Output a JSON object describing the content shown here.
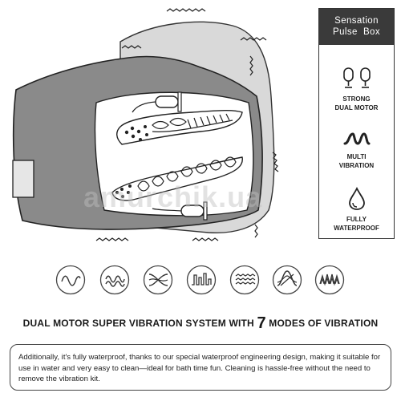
{
  "features": {
    "title_line1": "Sensation",
    "title_line2": "Pulse  Box",
    "items": [
      {
        "icon": "dual-motor-icon",
        "line1": "STRONG",
        "line2": "DUAL MOTOR"
      },
      {
        "icon": "vibration-icon",
        "line1": "MULTI",
        "line2": "VIBRATION"
      },
      {
        "icon": "water-drop-icon",
        "line1": "FULLY",
        "line2": "WATERPROOF"
      }
    ]
  },
  "watermark": "amurchik.ua",
  "modes": {
    "count": 7,
    "icons": [
      "mode-wave-1-icon",
      "mode-wave-2-icon",
      "mode-wave-3-icon",
      "mode-pulse-icon",
      "mode-ripple-icon",
      "mode-burst-icon",
      "mode-escalate-icon"
    ]
  },
  "headline": {
    "before": "DUAL MOTOR SUPER VIBRATION SYSTEM WITH ",
    "number": "7",
    "after": " MODES OF VIBRATION"
  },
  "description": "Additionally, it's fully waterproof, thanks to our special waterproof engineering design, making it suitable for use in water and very easy to clean—ideal for bath time fun. Cleaning is hassle-free without the need to remove the vibration kit.",
  "colors": {
    "body_fill": "#8a8a8a",
    "panel_header": "#3a3a3a",
    "outline": "#222222"
  }
}
